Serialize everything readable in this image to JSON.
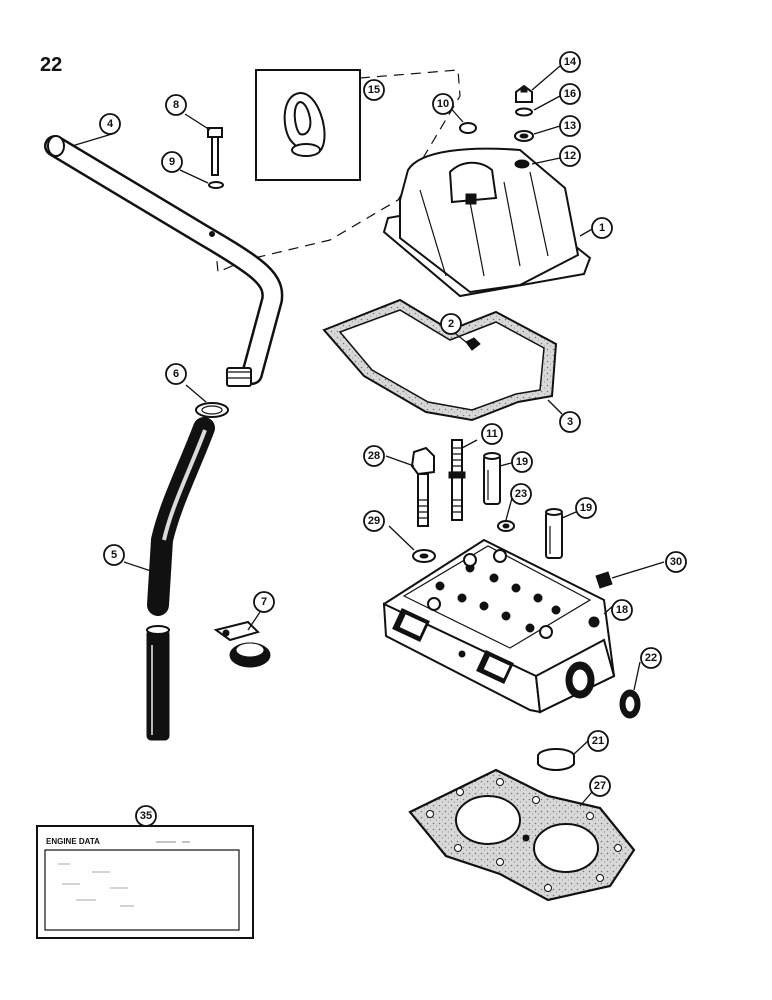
{
  "page": {
    "number": "22"
  },
  "colors": {
    "ink": "#111111",
    "paper": "#ffffff",
    "gasket": "#9a9a9a"
  },
  "callouts": [
    {
      "id": "1",
      "part": "valve-cover"
    },
    {
      "id": "2",
      "part": "clip"
    },
    {
      "id": "3",
      "part": "cover-gasket"
    },
    {
      "id": "4",
      "part": "breather-tube"
    },
    {
      "id": "5",
      "part": "hose"
    },
    {
      "id": "6",
      "part": "hose-clamp"
    },
    {
      "id": "7",
      "part": "tube-clamp"
    },
    {
      "id": "8",
      "part": "cap-screw"
    },
    {
      "id": "9",
      "part": "lock-washer"
    },
    {
      "id": "10",
      "part": "grommet"
    },
    {
      "id": "11",
      "part": "stud"
    },
    {
      "id": "12",
      "part": "seal"
    },
    {
      "id": "13",
      "part": "washer"
    },
    {
      "id": "14",
      "part": "cap-nut"
    },
    {
      "id": "15",
      "part": "lift-eye"
    },
    {
      "id": "16",
      "part": "washer-small"
    },
    {
      "id": "18",
      "part": "cylinder-head"
    },
    {
      "id": "19",
      "part": "valve-guide"
    },
    {
      "id": "21",
      "part": "expansion-plug"
    },
    {
      "id": "22",
      "part": "seal-ring"
    },
    {
      "id": "23",
      "part": "nut"
    },
    {
      "id": "27",
      "part": "head-gasket"
    },
    {
      "id": "28",
      "part": "head-bolt"
    },
    {
      "id": "29",
      "part": "head-washer"
    },
    {
      "id": "30",
      "part": "plug"
    },
    {
      "id": "35",
      "part": "decal"
    }
  ],
  "decal": {
    "title": "ENGINE DATA"
  }
}
